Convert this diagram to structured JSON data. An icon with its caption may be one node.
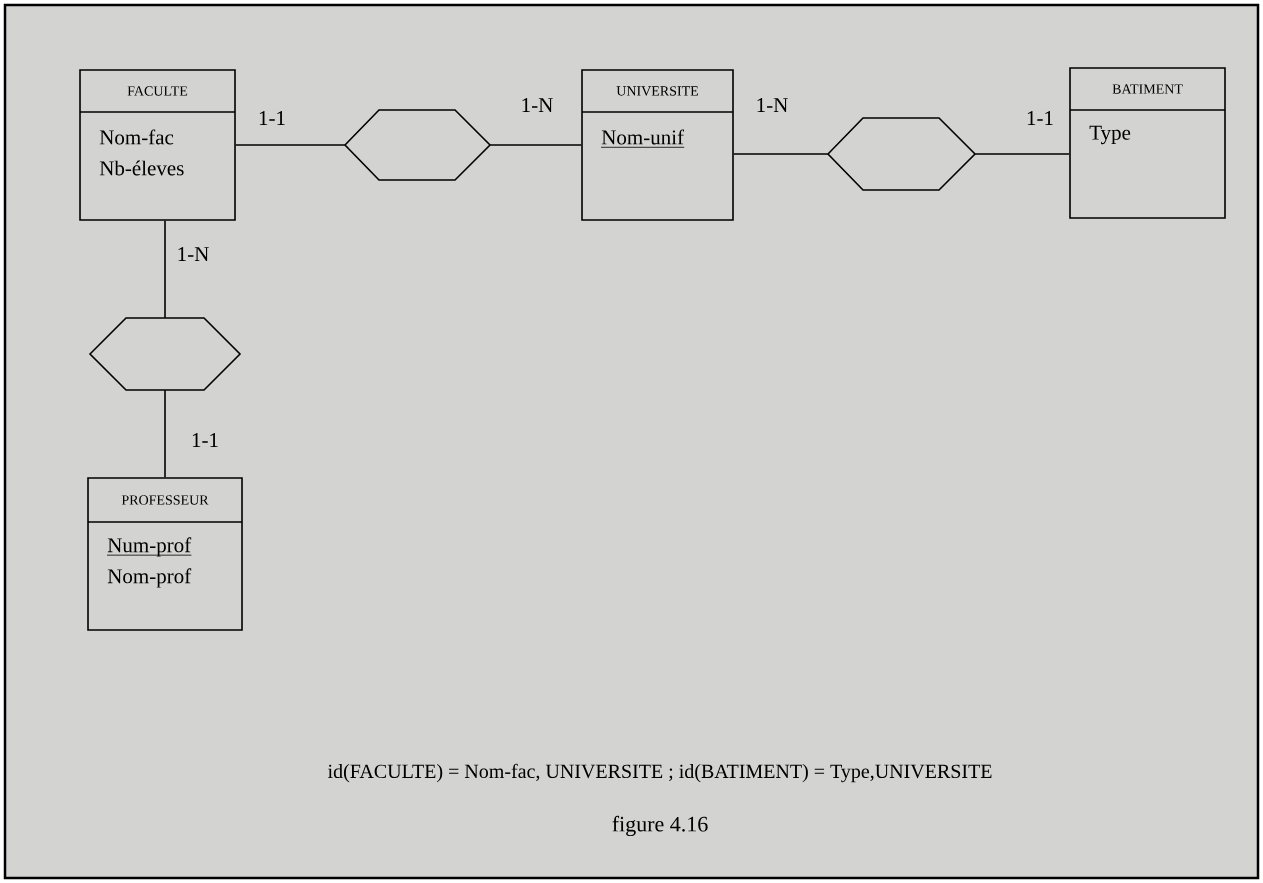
{
  "diagram": {
    "caption": "figure 4.16",
    "nodes": [
      {
        "text": [
          "FACULTE",
          "Nom-fac",
          "Nb-éleves"
        ]
      },
      {
        "text": [],
        "shape": "hexagon"
      },
      {
        "text": [
          "UNIVERSITE",
          "Nom-unif"
        ]
      },
      {
        "text": [],
        "shape": "hexagon"
      },
      {
        "text": [
          "BATIMENT",
          "Type"
        ]
      },
      {
        "text": [],
        "shape": "hexagon"
      },
      {
        "text": [
          "PROFESSEUR",
          "Num-prof",
          "Nom-prof"
        ]
      }
    ],
    "edges": [
      {
        "from": 0,
        "to": 1,
        "arrow": "none",
        "label": "1-1"
      },
      {
        "from": 1,
        "to": 2,
        "arrow": "none",
        "label": "1-N"
      },
      {
        "from": 2,
        "to": 3,
        "arrow": "none",
        "label": "1-N"
      },
      {
        "from": 3,
        "to": 4,
        "arrow": "none",
        "label": "1-1"
      },
      {
        "from": 0,
        "to": 5,
        "arrow": "none",
        "label": "1-N"
      },
      {
        "from": 5,
        "to": 6,
        "arrow": "none",
        "label": "1-1"
      }
    ],
    "labels": [
      "id(FACULTE) = Nom-fac, UNIVERSITE ; id(BATIMENT) = Type,UNIVERSITE"
    ]
  }
}
